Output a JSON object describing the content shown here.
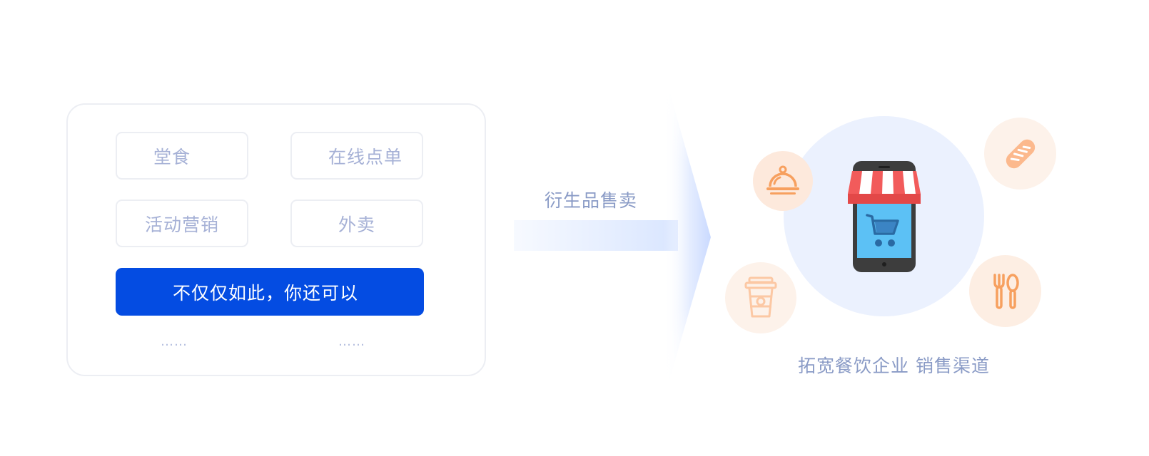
{
  "left_panel": {
    "options": [
      {
        "label": "堂食"
      },
      {
        "label": "在线点单"
      },
      {
        "label": "活动营销"
      },
      {
        "label": "外卖"
      }
    ],
    "primary_button": "不仅仅如此，你还可以",
    "more_left": "……",
    "more_right": "……"
  },
  "middle": {
    "label": "衍生品售卖"
  },
  "right_panel": {
    "caption": "拓宽餐饮企业 销售渠道",
    "icons": [
      "cloche-icon",
      "bread-icon",
      "coffee-cup-icon",
      "cutlery-icon",
      "phone-shop-cart-icon"
    ]
  },
  "colors": {
    "primary": "#044ce2",
    "chip_text": "#a6b1d6",
    "label_text": "#8a9bc6",
    "icon_orange": "#f7a05f",
    "icon_orange_light": "#fcc8a4",
    "awning_red": "#f25b5b",
    "screen_blue": "#5cc1f5",
    "phone_dark": "#3d3d3d"
  }
}
